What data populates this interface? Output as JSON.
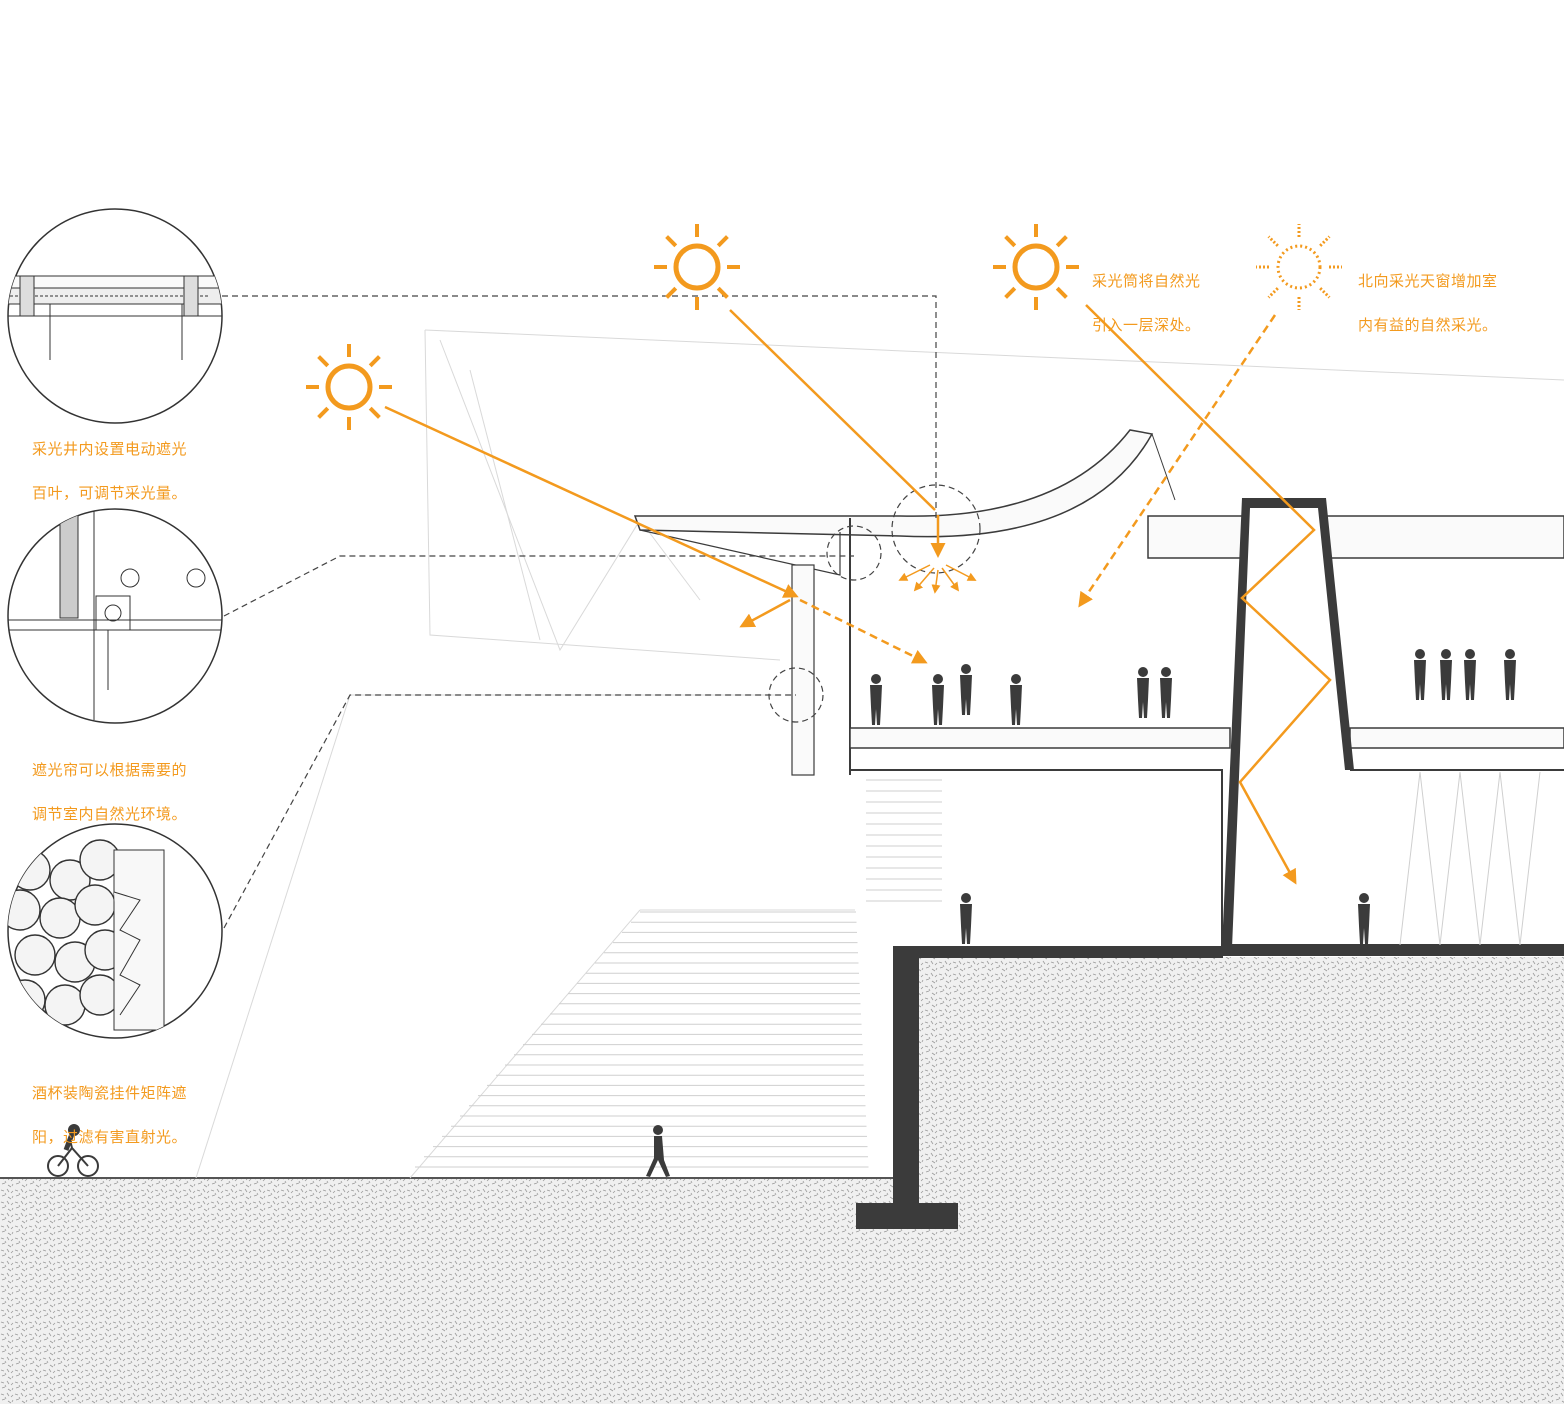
{
  "colors": {
    "accent": "#f39a1e",
    "structure": "#3b3b3b",
    "line": "#bdbdbd",
    "ground": "#f1f1f1"
  },
  "annotations": {
    "skylight_tube": {
      "line1": "采光筒将自然光",
      "line2": "引入一层深处。"
    },
    "north_skylight": {
      "line1": "北向采光天窗增加室",
      "line2": "内有益的自然采光。"
    },
    "louver_detail": {
      "line1": "采光井内设置电动遮光",
      "line2": "百叶，可调节采光量。"
    },
    "curtain_detail": {
      "line1": "遮光帘可以根据需要的",
      "line2": "调节室内自然光环境。"
    },
    "ceramic_detail": {
      "line1": "酒杯装陶瓷挂件矩阵遮",
      "line2": "阳，过滤有害直射光。"
    }
  },
  "icons": [
    "sun-icon",
    "sun-icon",
    "sun-icon",
    "sun-dotted-icon"
  ]
}
